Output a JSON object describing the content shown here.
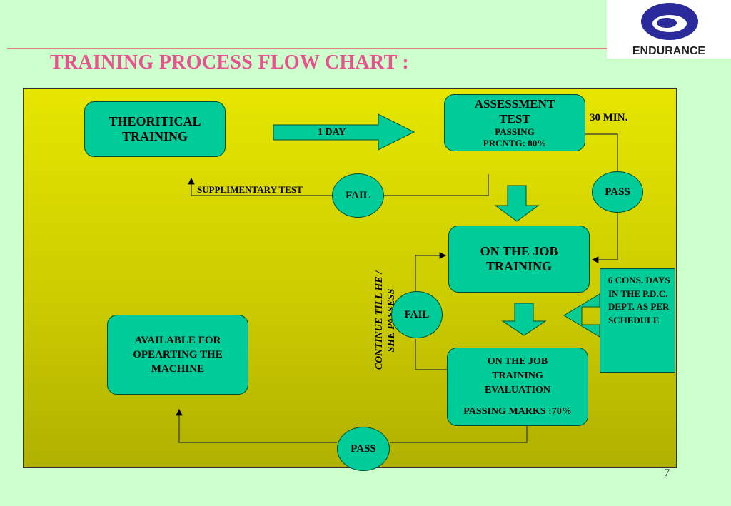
{
  "header": {
    "title": "TRAINING PROCESS FLOW CHART :",
    "logo": {
      "text": "ENDURANCE",
      "icon": "endurance-logo-icon",
      "color": "#2a2a9a"
    }
  },
  "colors": {
    "background": "#ccffcc",
    "panel": "#e6e600",
    "box": "#00cc99",
    "title": "#e8508f"
  },
  "flow": {
    "theoretical": "THEORITICAL TRAINING",
    "day_arrow": "1 DAY",
    "assessment": {
      "title": "ASSESSMENT TEST",
      "sub": "PASSING PRCNTG: 80%"
    },
    "duration": "30 MIN.",
    "supplementary": "SUPPLIMENTARY TEST",
    "fail_1": "FAIL",
    "pass_1": "PASS",
    "ojt": "ON THE JOB TRAINING",
    "cons_days": "6 CONS. DAYS IN THE P.D.C. DEPT. AS PER SCHEDULE",
    "continue": "CONTINUE TILL HE / SHE PASSESS",
    "fail_2": "FAIL",
    "evaluation": {
      "title": "ON THE JOB TRAINING EVALUATION",
      "sub": "PASSING MARKS :70%"
    },
    "available": "AVAILABLE FOR OPEARTING THE MACHINE",
    "pass_2": "PASS"
  },
  "page_number": "7"
}
